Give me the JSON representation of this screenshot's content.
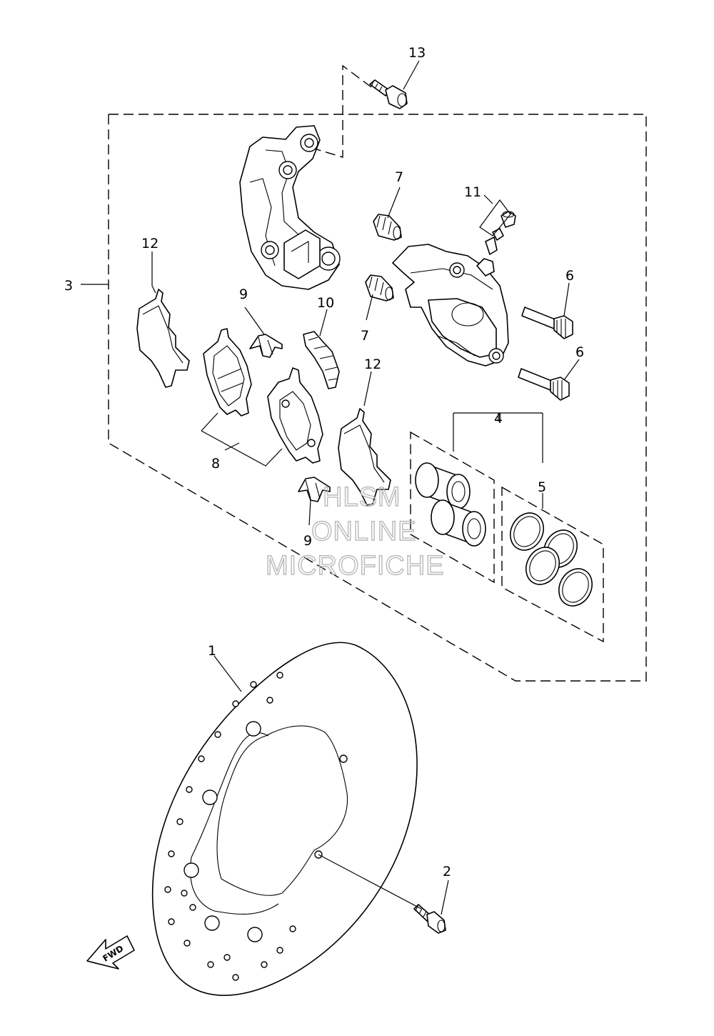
{
  "callouts": {
    "disc": "1",
    "disc_bolt": "2",
    "caliper_assy": "3",
    "piston_kit": "4",
    "seal_kit": "5",
    "pin_upper": "6",
    "pin_lower": "6",
    "bleed_cap_upper": "7",
    "bleed_cap_lower": "7",
    "pad_kit": "8",
    "pad_spring_upper": "9",
    "pad_spring_lower": "9",
    "pad_support": "10",
    "bleed_screw": "11",
    "shim_left": "12",
    "shim_right": "12",
    "bracket_bolt": "13"
  },
  "watermark": {
    "line1": "HLSM",
    "line2": "ONLINE",
    "line3": "MICROFICHE"
  },
  "fwd_label": "FWD"
}
